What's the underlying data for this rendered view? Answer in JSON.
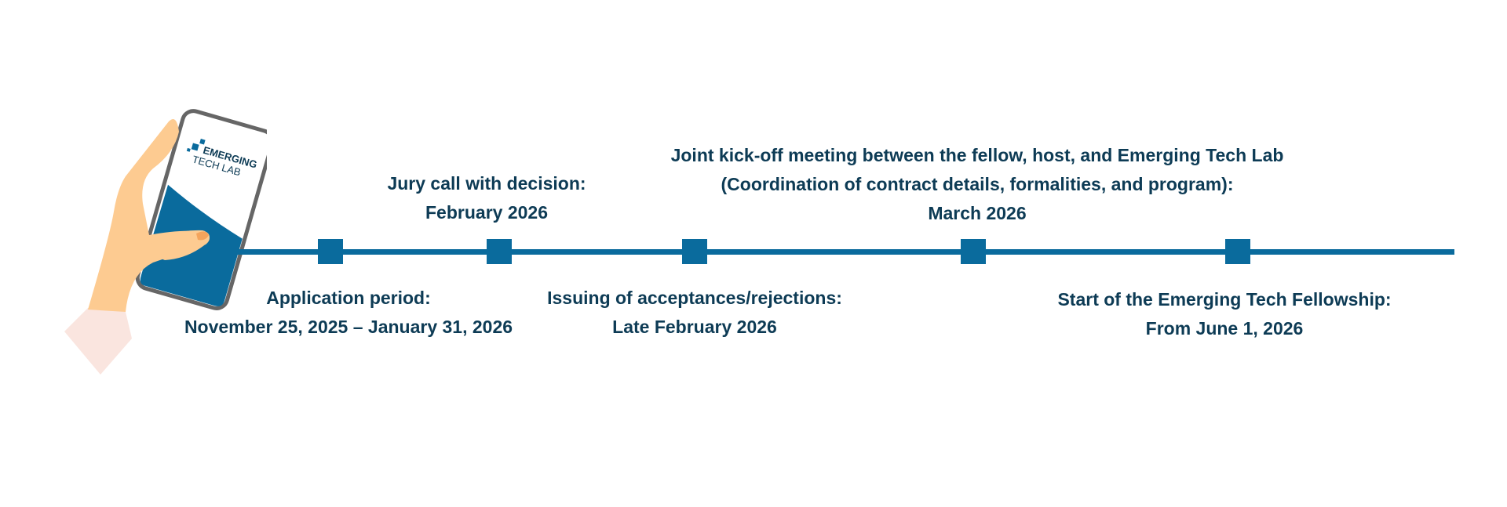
{
  "colors": {
    "accent": "#0a6b9d",
    "text": "#0d3b55",
    "skin": "#fdcb91",
    "sleeve": "#fae5df",
    "phone_frame": "#666666"
  },
  "logo": {
    "line1": "EMERGING",
    "line2": "TECH LAB"
  },
  "milestones": [
    {
      "lines": [
        "Application period:",
        "November 25, 2025 – January 31, 2026"
      ]
    },
    {
      "lines": [
        "Jury call with decision:",
        "February 2026"
      ]
    },
    {
      "lines": [
        "Issuing of acceptances/rejections:",
        "Late February 2026"
      ]
    },
    {
      "lines": [
        "Joint kick-off meeting between the fellow, host, and Emerging Tech Lab",
        "(Coordination of contract details, formalities, and program):",
        "March 2026"
      ]
    },
    {
      "lines": [
        "Start of the Emerging Tech Fellowship:",
        "From June 1, 2026"
      ]
    }
  ]
}
